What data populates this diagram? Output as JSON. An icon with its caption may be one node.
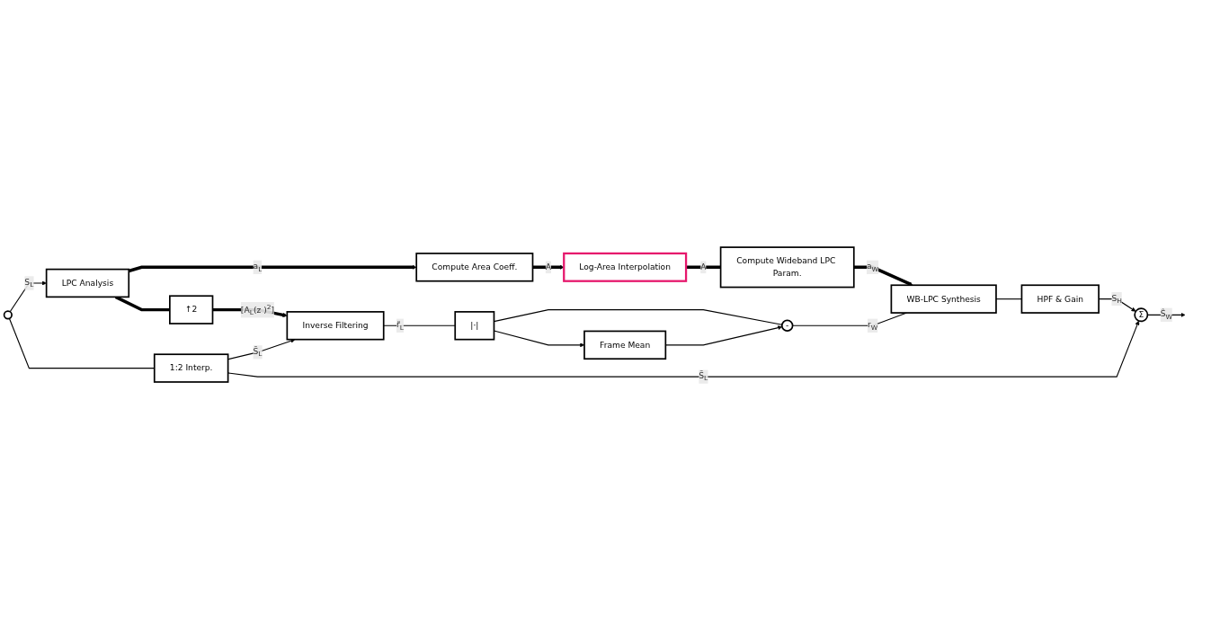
{
  "diagram": {
    "nodes": [
      {
        "text": [],
        "shape": "circle"
      },
      {
        "text": [
          "LPC Analysis"
        ]
      },
      {
        "text": [
          "Compute Area Coeff."
        ]
      },
      {
        "text": [
          "Log-Area Interpolation"
        ]
      },
      {
        "text": [
          "1:2 Interp."
        ]
      },
      {
        "text": [
          "↑2"
        ]
      },
      {
        "text": [
          "Compute Wideband LPC Param."
        ]
      },
      {
        "text": [
          "Inverse Filtering"
        ]
      },
      {
        "text": [
          "|·|"
        ]
      },
      {
        "text": [
          "-"
        ]
      },
      {
        "text": [
          "Frame Mean"
        ]
      },
      {
        "text": [
          "WB-LPC Synthesis"
        ]
      },
      {
        "text": [
          "HPF & Gain"
        ]
      },
      {
        "text": [
          "Σ"
        ]
      }
    ],
    "edges": [
      {
        "from": 0,
        "to": 1,
        "arrow": "to",
        "label": "S$_{L}$"
      },
      {
        "from": 1,
        "to": 2,
        "arrow": "to",
        "label": "a$_{L}$",
        "style": "thick"
      },
      {
        "from": 1,
        "to": 5,
        "arrow": "none",
        "style": "thick"
      },
      {
        "from": 2,
        "to": 3,
        "arrow": "to",
        "label": "A",
        "style": "thick"
      },
      {
        "from": 3,
        "to": 6,
        "arrow": "none",
        "label": "A",
        "style": "thick"
      },
      {
        "from": 5,
        "to": 7,
        "arrow": "to",
        "label": "[A$_{L}$(z )$^{2}$]",
        "style": "thick"
      },
      {
        "from": 6,
        "to": 11,
        "arrow": "to",
        "label": "a$_{W}$",
        "style": "thick"
      },
      {
        "from": 0,
        "to": 4,
        "arrow": "none"
      },
      {
        "from": 4,
        "to": 7,
        "arrow": "to",
        "label": "S̃$_{L}$"
      },
      {
        "from": 7,
        "to": 8,
        "arrow": "none",
        "label": "r̃$_{L}$"
      },
      {
        "from": 8,
        "to": 10,
        "arrow": "to"
      },
      {
        "from": 8,
        "to": 9,
        "arrow": "none"
      },
      {
        "from": 10,
        "to": 9,
        "arrow": "to"
      },
      {
        "from": 9,
        "to": 11,
        "arrow": "none",
        "label": "r$_{W}$"
      },
      {
        "from": 11,
        "to": 12,
        "arrow": "none"
      },
      {
        "from": 12,
        "to": 13,
        "arrow": "to",
        "label": "S$_{H}$"
      },
      {
        "from": 4,
        "to": 13,
        "arrow": "to",
        "label": "S̃$_{L}$"
      },
      {
        "from": 13,
        "to": null,
        "arrow": "to",
        "label": "Ŝ$_{W}$"
      }
    ]
  }
}
